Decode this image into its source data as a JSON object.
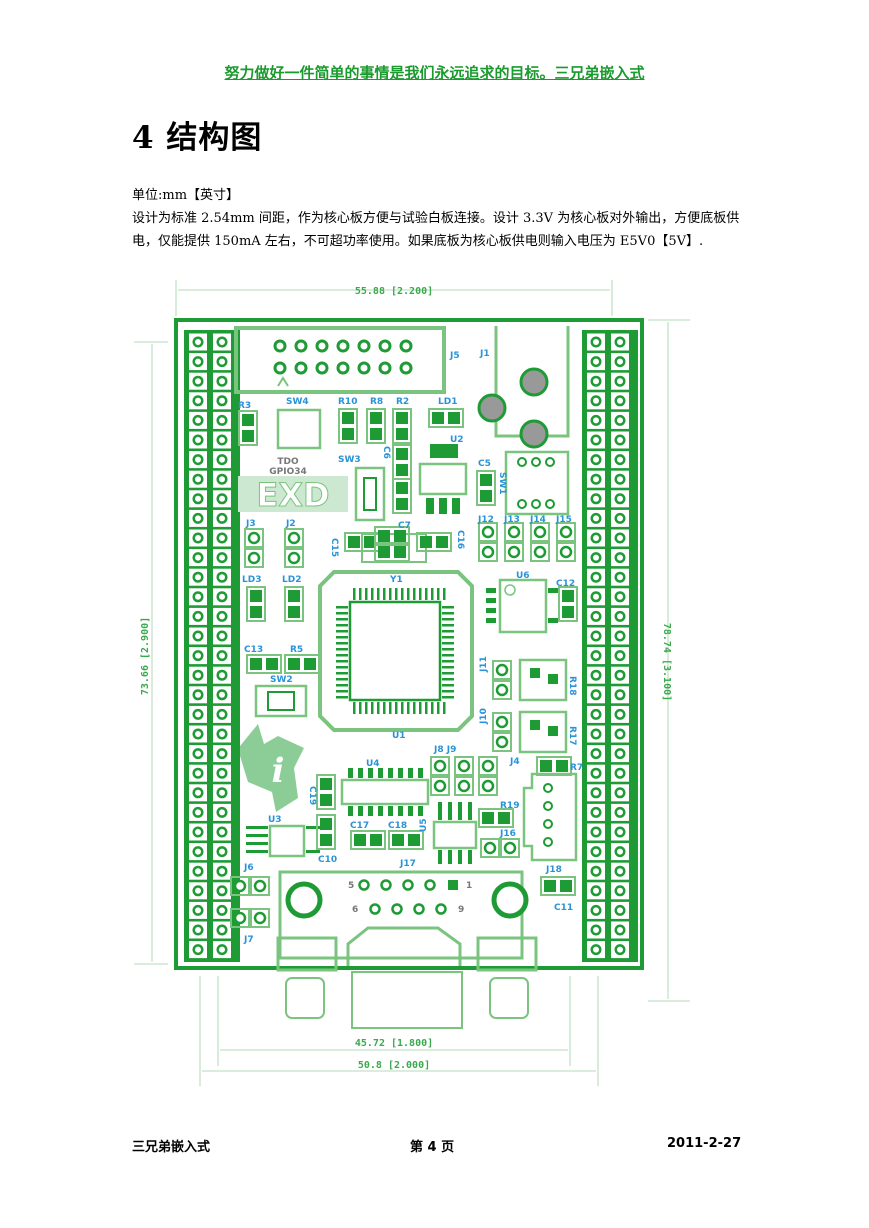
{
  "header": {
    "slogan": "努力做好一件简单的事情是我们永远追求的目标。三兄弟嵌入式"
  },
  "section": {
    "title": "4  结构图"
  },
  "body": {
    "unit_line": "单位:mm【英寸】",
    "paragraph": "设计为标准 2.54mm 间距，作为核心板方便与试验白板连接。设计 3.3V 为核心板对外输出，方便底板供电，仅能提供 150mA 左右，不可超功率使用。如果底板为核心板供电则输入电压为 E5V0【5V】."
  },
  "figure": {
    "dim_top": "55.88 [2.200]",
    "dim_left": "73.66 [2.900]",
    "dim_right": "78.74 [3.100]",
    "dim_bottom_1": "45.72 [1.800]",
    "dim_bottom_2": "50.8 [2.000]",
    "logo_text": "EXD",
    "silk_tdo": "TDO",
    "silk_gpio": "GPIO34",
    "labels": {
      "j5": "J5",
      "j1": "J1",
      "r3": "R3",
      "sw4": "SW4",
      "r10": "R10",
      "r8": "R8",
      "r2": "R2",
      "ld1": "LD1",
      "u2": "U2",
      "c6": "C6",
      "sw3": "SW3",
      "c5": "C5",
      "sw1": "SW1",
      "j3": "J3",
      "j2": "J2",
      "c7": "C7",
      "c15": "C15",
      "c16": "C16",
      "j12": "J12",
      "j13": "J13",
      "j14": "J14",
      "j15": "J15",
      "y1": "Y1",
      "ld3": "LD3",
      "ld2": "LD2",
      "u6": "U6",
      "c12": "C12",
      "c13": "C13",
      "r5": "R5",
      "sw2": "SW2",
      "j11": "J11",
      "r18": "R18",
      "j10": "J10",
      "r17": "R17",
      "u1": "U1",
      "j8j9": "J8 J9",
      "j4": "J4",
      "r7": "R7",
      "u4": "U4",
      "c19": "C19",
      "r19": "R19",
      "u3": "U3",
      "c17": "C17",
      "c18": "C18",
      "u5": "U5",
      "j16": "J16",
      "j6": "J6",
      "c10": "C10",
      "j17": "J17",
      "j18": "J18",
      "c11": "C11",
      "j7": "J7",
      "p5": "5",
      "p1": "1",
      "p6": "6",
      "p9": "9"
    }
  },
  "footer": {
    "left": "三兄弟嵌入式",
    "center": "第 4 页",
    "right": "2011-2-27"
  }
}
